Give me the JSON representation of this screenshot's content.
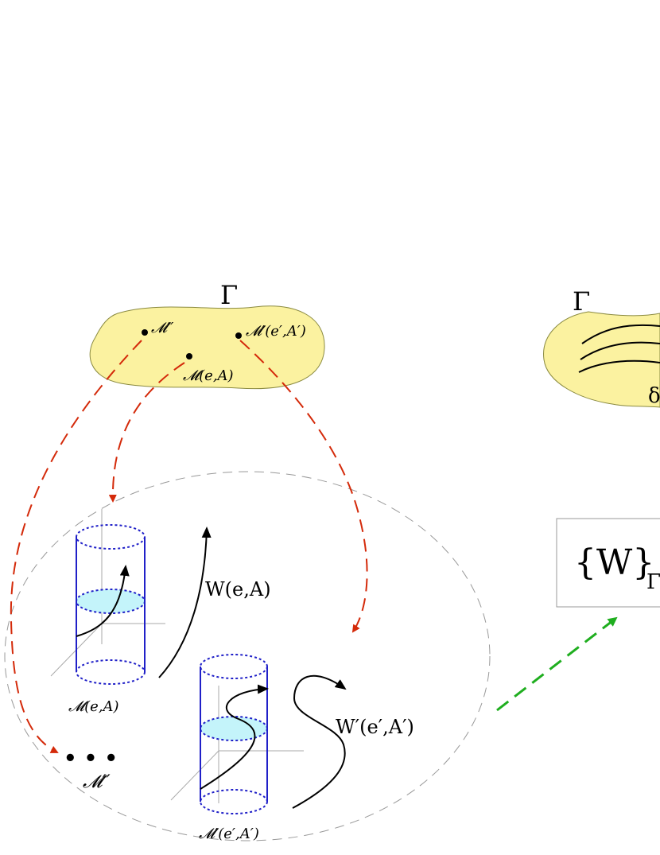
{
  "colors": {
    "region_fill": "#fbf2a0",
    "region_stroke": "#8a8a40",
    "red_arrow": "#d42a0a",
    "green_arrow": "#1fae1f",
    "cylinder": "#2020c8",
    "slice_fill": "#c4f4fa",
    "dashed_circle": "#999999",
    "axis": "#aaaaaa",
    "box_stroke": "#999999"
  },
  "left_region": {
    "gamma_label": "Γ",
    "points": {
      "m_double_prime": "𝓜′′",
      "m_prime": "𝓜′(e′,A′)",
      "m": "𝓜(e,A)"
    }
  },
  "right_region": {
    "gamma_label": "Γ",
    "delta_label": "δ"
  },
  "circle": {
    "cylinder_1_label": "𝓜(e,A)",
    "cylinder_2_label": "𝓜′(e′,A′)",
    "curve_1_label": "W(e,A)",
    "curve_2_label": "W′(e′,A′)",
    "ellipsis": "• • •",
    "m_double_prime_label": "𝓜′′"
  },
  "box": {
    "text": "{W}",
    "subscript": "Γ"
  }
}
